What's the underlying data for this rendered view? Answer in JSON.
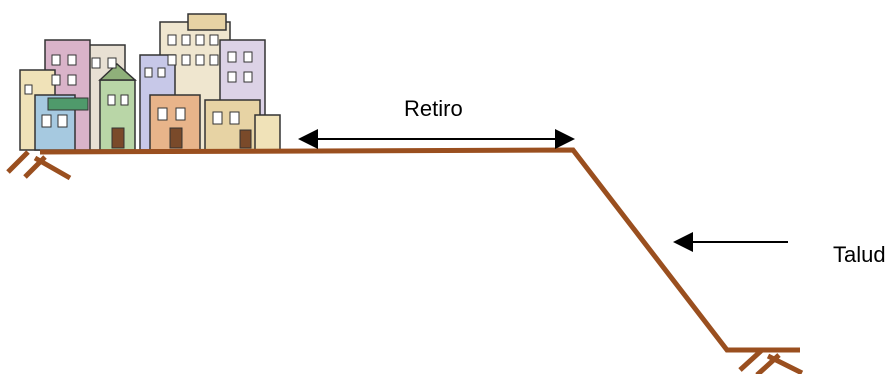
{
  "labels": {
    "retiro": "Retiro",
    "talud": "Talud"
  },
  "colors": {
    "ground": "#9a4f1f",
    "arrow": "#000000",
    "background": "#ffffff"
  },
  "illustration": {
    "name": "hillside-town-drawing",
    "palette": [
      "#e7d3a4",
      "#c7c8e8",
      "#d9b3c9",
      "#b9d6a7",
      "#a6c9e0",
      "#e8b48a",
      "#f0e2b8"
    ]
  }
}
